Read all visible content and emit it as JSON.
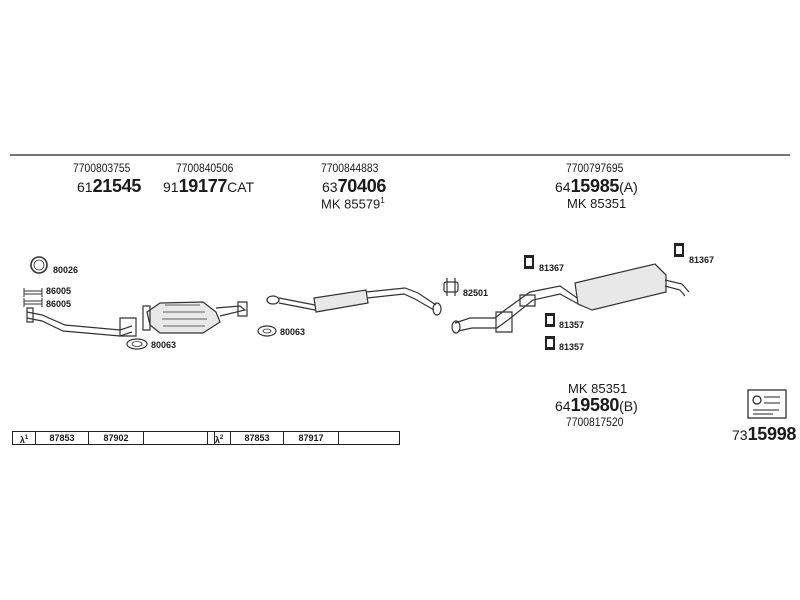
{
  "parts": [
    {
      "oem": "7700803755",
      "prefix": "61",
      "main": "21545",
      "suffix": ""
    },
    {
      "oem": "7700840506",
      "prefix": "91",
      "main": "19177",
      "suffix": "CAT"
    },
    {
      "oem": "7700844883",
      "prefix": "63",
      "main": "70406",
      "suffix": "",
      "mk": "MK 85579",
      "mk_sup": "1"
    },
    {
      "oem": "7700797695",
      "prefix": "64",
      "main": "15985",
      "suffix": "(A)",
      "mk": "MK 85351"
    }
  ],
  "lower_part": {
    "mk": "MK 85351",
    "prefix": "64",
    "main": "19580",
    "suffix": "(B)",
    "oem": "7700817520"
  },
  "small_labels": {
    "l80026": "80026",
    "l86005a": "86005",
    "l86005b": "86005",
    "l80063a": "80063",
    "l80063b": "80063",
    "l82501": "82501",
    "l81367a": "81367",
    "l81367b": "81367",
    "l81357a": "81357",
    "l81357b": "81357"
  },
  "ref_table_1": {
    "lambda": "λ",
    "sup": "1",
    "c1": "87853",
    "c2": "87902",
    "c3": ""
  },
  "ref_table_2": {
    "lambda": "λ",
    "sup": "2",
    "c1": "87853",
    "c2": "87917",
    "c3": ""
  },
  "kit": {
    "prefix": "73",
    "main": "15998"
  }
}
